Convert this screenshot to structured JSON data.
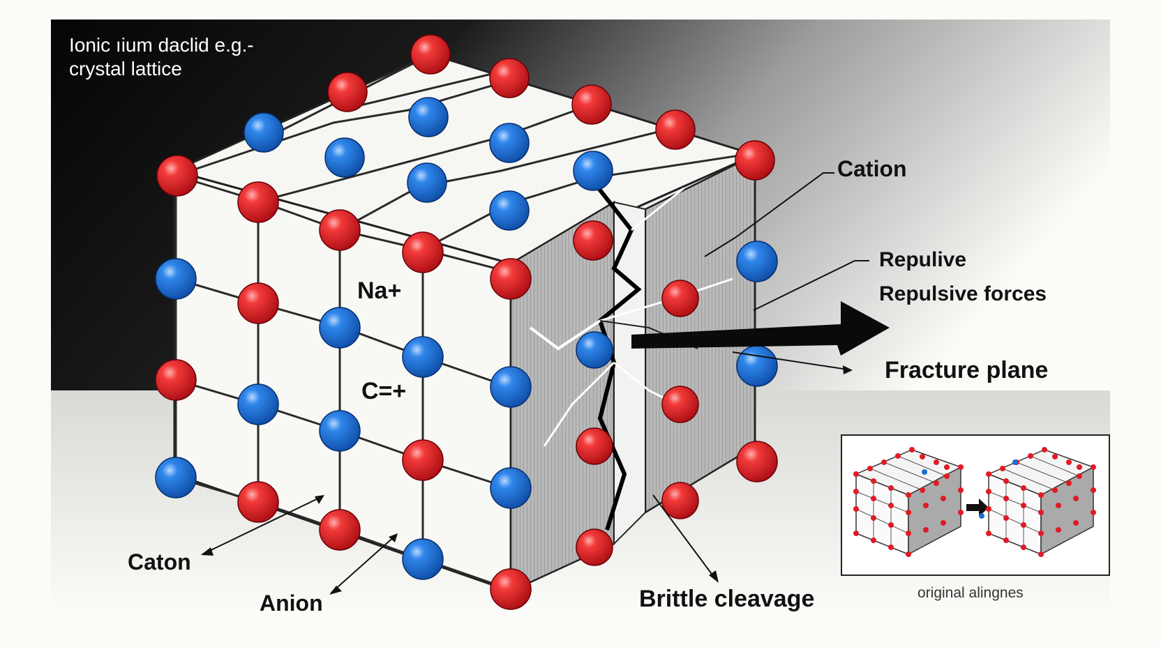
{
  "title": {
    "line1": "Ionic ıium daclid e.g.-",
    "line2": "crystal lattice"
  },
  "labels": {
    "cation_right": "Cation",
    "repulive": "Repulive",
    "repulsive_forces": "Repulsive forces",
    "fracture_plane": "Fracture plane",
    "na_plus": "Na+",
    "c_label": "C=+",
    "caton_left": "Caton",
    "anion": "Anion",
    "brittle_cleavage": "Brittle cleavage",
    "inset_caption": "original alingnes"
  },
  "colors": {
    "cation_red": "#e01b24",
    "anion_blue": "#1a6fd6",
    "fracture_gray": "#9a9a9a",
    "background_dark": "#0a0a0a"
  },
  "icons": {
    "arrow": "right-arrow-icon"
  }
}
